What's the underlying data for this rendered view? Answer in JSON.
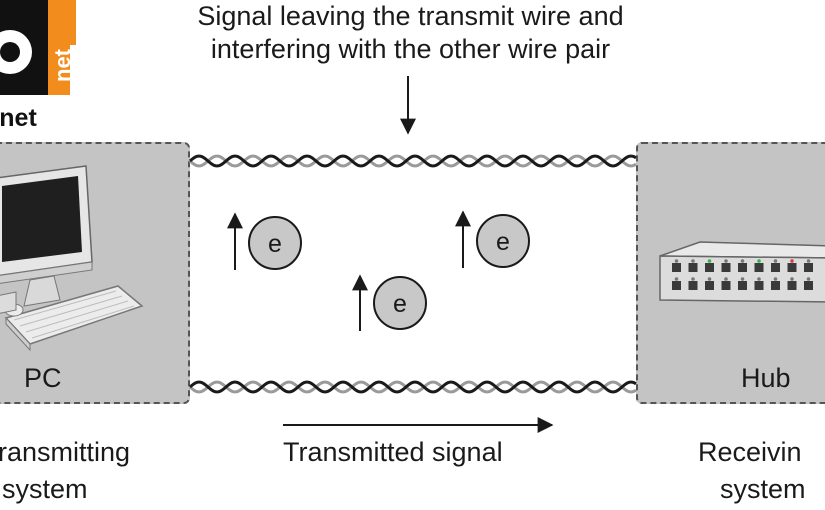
{
  "title": {
    "line1": "Signal leaving the transmit wire and",
    "line2": "interfering with the other wire pair"
  },
  "logo": {
    "tag": "net",
    "wordmark": "onet"
  },
  "left_box": {
    "label": "PC"
  },
  "right_box": {
    "label": "Hub"
  },
  "left_caption": {
    "line1": "ransmitting",
    "line2": "system"
  },
  "right_caption": {
    "line1": "Receivin",
    "line2": "system"
  },
  "signal_caption": "Transmitted signal",
  "electrons": [
    {
      "symbol": "e"
    },
    {
      "symbol": "e"
    },
    {
      "symbol": "e"
    }
  ],
  "colors": {
    "box_fill": "#c4c4c4",
    "box_border": "#555555",
    "wire_dark": "#1a1a1a",
    "wire_light": "#9a9a9a",
    "electron_fill": "#c8c8c8",
    "logo_orange": "#f28c1c"
  }
}
